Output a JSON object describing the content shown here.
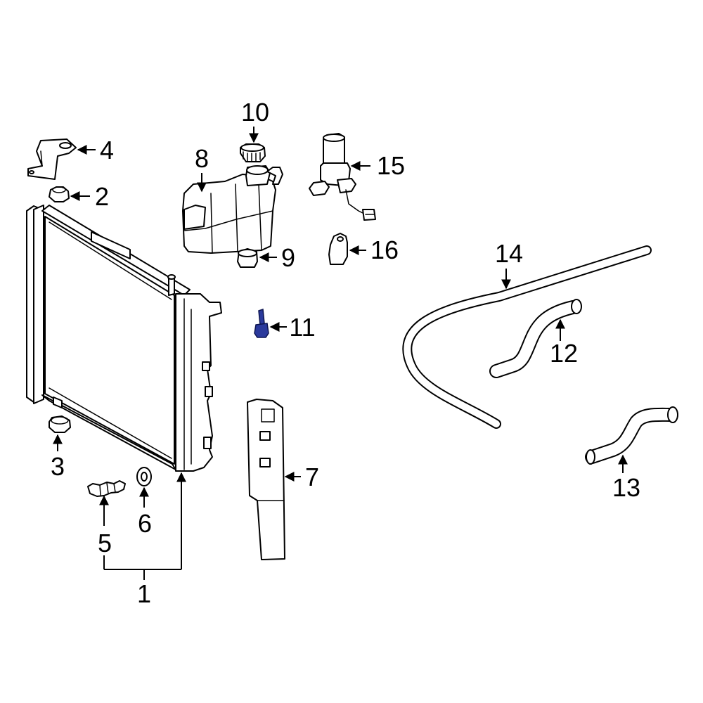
{
  "callouts": {
    "c1": "1",
    "c2": "2",
    "c3": "3",
    "c4": "4",
    "c5": "5",
    "c6": "6",
    "c7": "7",
    "c8": "8",
    "c9": "9",
    "c10": "10",
    "c11": "11",
    "c12": "12",
    "c13": "13",
    "c14": "14",
    "c15": "15",
    "c16": "16"
  },
  "colors": {
    "highlight": "#2b3a9c",
    "line": "#000000",
    "background": "#ffffff"
  }
}
